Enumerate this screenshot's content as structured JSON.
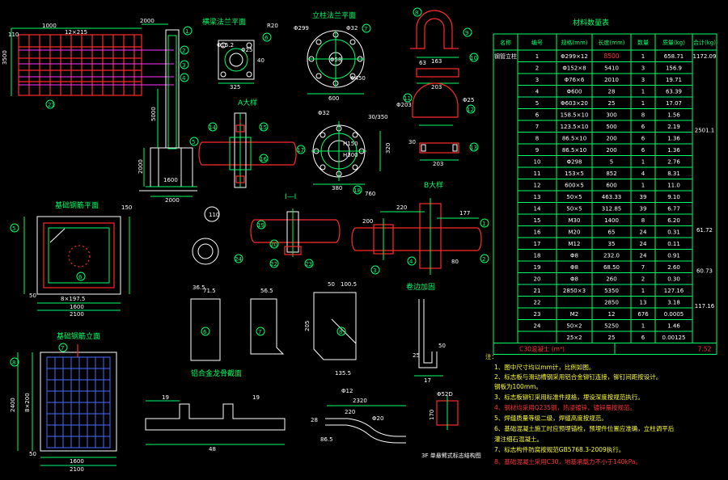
{
  "views": {
    "elev_dims": [
      "1000",
      "12×215",
      "2000",
      "3500",
      "5000",
      "2000",
      "1600",
      "2000",
      "110"
    ],
    "flange_plan_title": "横梁法兰平面",
    "flange_plan_dims": [
      "Φ15.2",
      "Φ25",
      "325",
      "40",
      "R20"
    ],
    "column_flange_title": "立柱法兰平面",
    "column_flange_dims": [
      "Φ299",
      "Φ32",
      "Φ58",
      "600",
      "Φ450"
    ],
    "detail_a_title": "A大样",
    "detail_b_title": "B大样",
    "section_title": "I—I",
    "section_dims": [
      "Φ32",
      "H150",
      "H300",
      "380",
      "760",
      "30/350",
      "320"
    ],
    "bracket_dims": [
      "163",
      "63",
      "203",
      "203",
      "30",
      "Φ203",
      "Φ25"
    ],
    "found_plan_title": "基础钢筋平面",
    "found_plan_dims": [
      "150",
      "1600",
      "2100",
      "50",
      "8×197.5"
    ],
    "found_elev_title": "基础钢筋立面",
    "found_elev_dims": [
      "8×200",
      "2400",
      "1600",
      "2100",
      "50"
    ],
    "plate_dims": [
      "71.5",
      "36.5",
      "56.5",
      "50",
      "100.5",
      "135.5",
      "205"
    ],
    "alu_title": "铝合金龙骨截面",
    "alu_dims": [
      "19",
      "19",
      "48"
    ],
    "anchor_title": "卷边加固",
    "anchor_dims": [
      "17",
      "25",
      "50"
    ],
    "clip_dims": [
      "Φ12",
      "2320",
      "28",
      "220",
      "Φ20",
      "86.5",
      "Φ52D",
      "170"
    ],
    "b_dims": [
      "220",
      "177",
      "200",
      "80"
    ],
    "footer_label": "3F 单悬臂式标志结构图",
    "leaders": [
      "1",
      "2",
      "3",
      "4",
      "5",
      "6",
      "7",
      "8",
      "9",
      "10",
      "11",
      "12",
      "13",
      "14",
      "15",
      "16",
      "17",
      "18",
      "19",
      "20",
      "21",
      "22",
      "23",
      "24"
    ]
  },
  "table": {
    "title": "材料数量表",
    "headers": [
      "名称",
      "编号",
      "规格(mm)",
      "长度(mm)",
      "数量",
      "质量(kg)",
      "合计(kg)"
    ],
    "rows": [
      [
        "钢管立柱",
        "1",
        "Φ299×12",
        "8500",
        "1",
        "658.71",
        "1172.09"
      ],
      [
        "",
        "2",
        "Φ152×8",
        "5410",
        "3",
        "156.9",
        ""
      ],
      [
        "",
        "3",
        "Φ76×6",
        "2010",
        "3",
        "19.71",
        ""
      ],
      [
        "",
        "4",
        "Φ600",
        "28",
        "1",
        "63.39",
        ""
      ],
      [
        "",
        "5",
        "Φ603×20",
        "25",
        "1",
        "17.07",
        ""
      ],
      [
        "",
        "6",
        "158.5×10",
        "300",
        "8",
        "1.56",
        ""
      ],
      [
        "",
        "7",
        "123.5×10",
        "500",
        "6",
        "2.19",
        ""
      ],
      [
        "",
        "8",
        "86.5×10",
        "200",
        "6",
        "1.36",
        ""
      ],
      [
        "",
        "9",
        "86.5×10",
        "200",
        "6",
        "1.36",
        ""
      ],
      [
        "",
        "10",
        "Φ298",
        "5",
        "1",
        "2.76",
        ""
      ],
      [
        "",
        "11",
        "153×5",
        "852",
        "4",
        "8.31",
        ""
      ],
      [
        "",
        "12",
        "600×5",
        "600",
        "1",
        "11.0",
        ""
      ],
      [
        "",
        "13",
        "50×5",
        "463.33",
        "39",
        "9.10",
        ""
      ],
      [
        "",
        "14",
        "50×5",
        "312.85",
        "39",
        "6.77",
        ""
      ],
      [
        "",
        "15",
        "M30",
        "1400",
        "8",
        "6.20",
        ""
      ],
      [
        "",
        "16",
        "M20",
        "65",
        "24",
        "0.31",
        ""
      ],
      [
        "",
        "17",
        "M12",
        "35",
        "24",
        "0.11",
        ""
      ],
      [
        "",
        "18",
        "Φ8",
        "232.0",
        "24",
        "0.91",
        ""
      ],
      [
        "",
        "19",
        "Φ8",
        "68.50",
        "7",
        "2.60",
        ""
      ],
      [
        "",
        "20",
        "Φ8",
        "260",
        "2",
        "0.30",
        ""
      ],
      [
        "",
        "21",
        "2850×3",
        "5350",
        "1",
        "127.16",
        ""
      ],
      [
        "",
        "22",
        "",
        "2850",
        "13",
        "3.18",
        ""
      ],
      [
        "",
        "23",
        "M2",
        "12",
        "676",
        "0.0005",
        ""
      ],
      [
        "",
        "24",
        "50×2",
        "5250",
        "1",
        "1.46",
        ""
      ],
      [
        "",
        "",
        "25×2",
        "25",
        "6",
        "0.00125",
        ""
      ]
    ],
    "group_totals": [
      "2501.1",
      "61.72",
      "60.73",
      "117.16"
    ],
    "footer_label": "C30混凝土 (m³)",
    "footer_value": "7.52"
  },
  "notes": {
    "heading": "注：",
    "items": [
      "1、图中尺寸均以mm计，比例如图。",
      "2、标志板与滑动槽钢采用铝合金铆钉连接，铆钉间距按设计。",
      "   钢板为100mm。",
      "3、标志板铆钉采用标准件规格，埋设深度按规范执行。",
      "4、钢材均采用Q235钢，热浸镀锌，镀锌量按规范。",
      "5、焊缝质量等级二级，焊缝高度按规范。",
      "6、基础混凝土施工时应预埋锚栓，预埋件位置应准确，立柱调平后",
      "   灌注细石混凝土。",
      "7、标志构件防腐按规范GB5768.3-2009执行。",
      "8、基础混凝土采用C30，地基承载力不小于140kPa。"
    ]
  },
  "colors": {
    "background": "#000000",
    "structure": "#00ff66",
    "concrete": "#ffffff",
    "rebar": "#ff2a2a",
    "pipe": "#ff2a2a",
    "note_text": "#ffff33",
    "note_highlight": "#ff3333",
    "sign_rebar": "#4a6cff"
  }
}
